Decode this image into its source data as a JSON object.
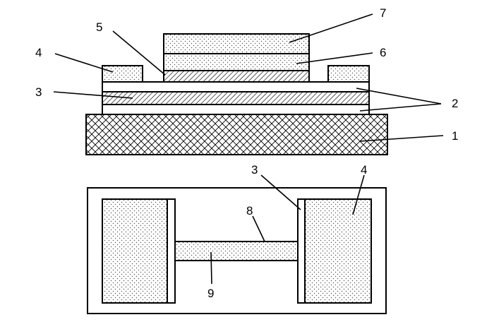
{
  "cross_section": {
    "labels": {
      "substrate": "1",
      "dielectric_layers": "2",
      "channel_layer": "3",
      "electrodes": "4",
      "interface_layer": "5",
      "layer_6": "6",
      "layer_7": "7"
    }
  },
  "top_view": {
    "labels": {
      "channel_edge": "3",
      "electrode": "4",
      "bridge_top": "8",
      "bridge_bottom": "9"
    }
  }
}
